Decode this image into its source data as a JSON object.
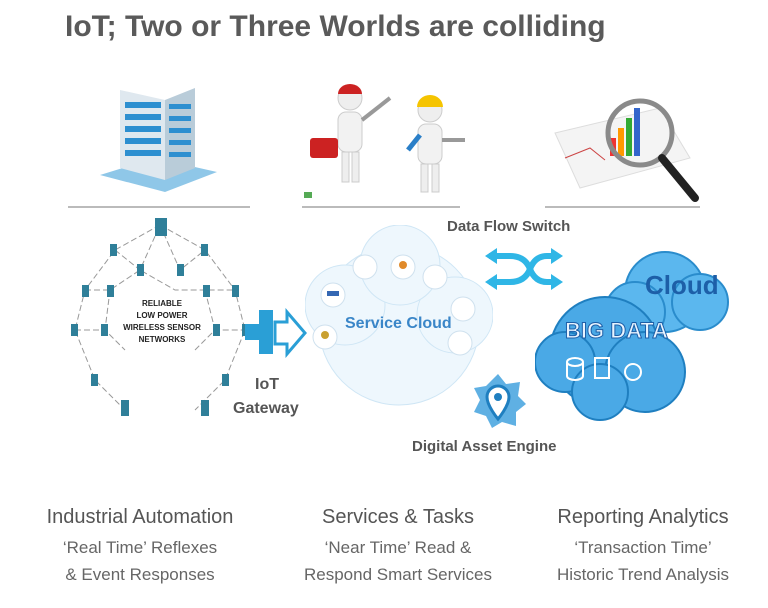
{
  "title": "IoT; Two or Three Worlds are colliding",
  "diagram": {
    "sensor_network_text": [
      "RELIABLE",
      "LOW POWER",
      "WIRELESS SENSOR",
      "NETWORKS"
    ],
    "gateway_label": [
      "IoT",
      "Gateway"
    ],
    "service_cloud_label": "Service Cloud",
    "data_flow_switch_label": "Data Flow Switch",
    "big_data_label": "BIG DATA",
    "cloud_label": "Cloud",
    "digital_asset_engine_label": "Digital Asset Engine"
  },
  "columns": [
    {
      "heading": "Industrial Automation",
      "lines": [
        "‘Real Time’ Reflexes",
        "& Event Responses"
      ]
    },
    {
      "heading": "Services & Tasks",
      "lines": [
        "‘Near Time’ Read &",
        "Respond Smart Services"
      ]
    },
    {
      "heading": "Reporting Analytics",
      "lines": [
        "‘Transaction Time’",
        "Historic Trend Analysis"
      ]
    }
  ],
  "colors": {
    "accent": "#2a9fd6",
    "cloud_blue": "#3fa9e0",
    "text": "#555555"
  }
}
